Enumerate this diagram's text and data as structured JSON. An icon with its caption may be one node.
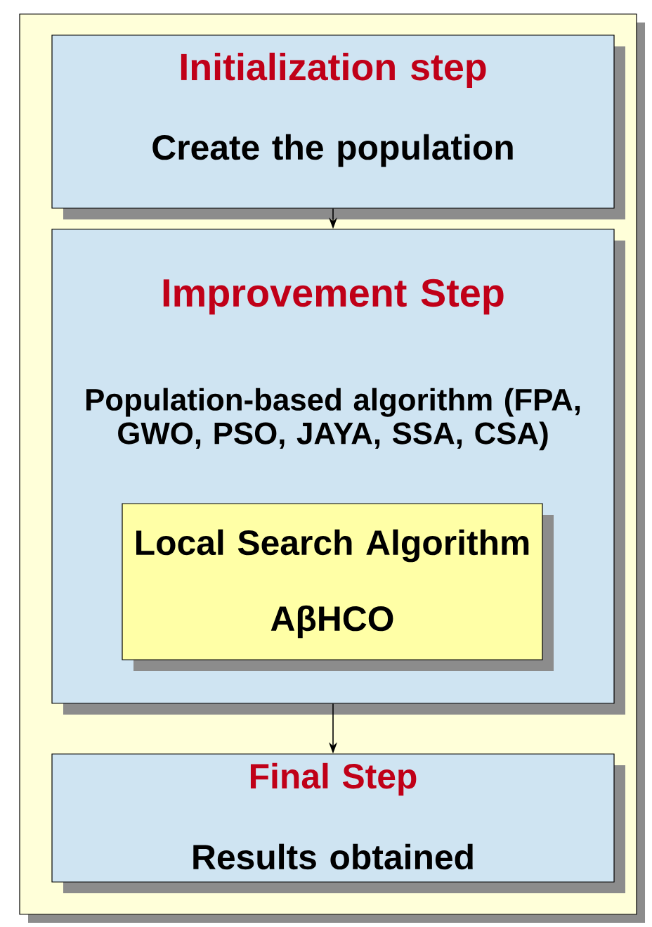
{
  "diagram": {
    "nodes": [
      {
        "text": [],
        "shape": "box"
      },
      {
        "text": [
          "Initialization step",
          "Create the population"
        ],
        "in": 0
      },
      {
        "text": [
          "Improvement Step",
          "Population-based algorithm (FPA, GWO, PSO, JAYA, SSA, CSA)"
        ],
        "in": 0
      },
      {
        "text": [
          "Local Search Algorithm",
          "AβHCO"
        ],
        "in": 2
      },
      {
        "text": [
          "Final Step",
          "Results obtained"
        ],
        "in": 0
      }
    ],
    "edges": [
      {
        "from": 1,
        "to": 2,
        "arrow": "to"
      },
      {
        "from": 2,
        "to": 4,
        "arrow": "to"
      }
    ]
  }
}
